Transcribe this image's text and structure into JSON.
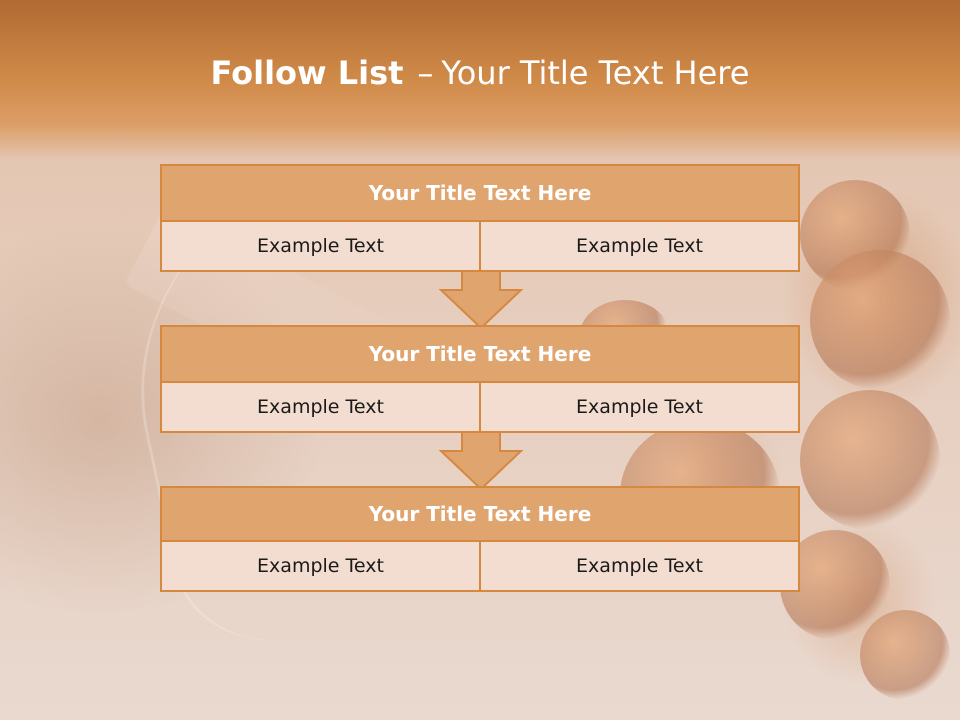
{
  "slide": {
    "title_strong": "Follow List",
    "title_separator": "–",
    "title_rest": "Your Title Text Here"
  },
  "steps": [
    {
      "title": "Your Title Text Here",
      "left": "Example Text",
      "right": "Example Text"
    },
    {
      "title": "Your Title Text Here",
      "left": "Example Text",
      "right": "Example Text"
    },
    {
      "title": "Your Title Text Here",
      "left": "Example Text",
      "right": "Example Text"
    }
  ],
  "colors": {
    "accent": "#d5883f",
    "title_fill": "#e0a46f",
    "cell_fill": "#f2ddd0",
    "header_band": "#d08a48"
  },
  "icons": [
    "down-arrow-icon"
  ]
}
